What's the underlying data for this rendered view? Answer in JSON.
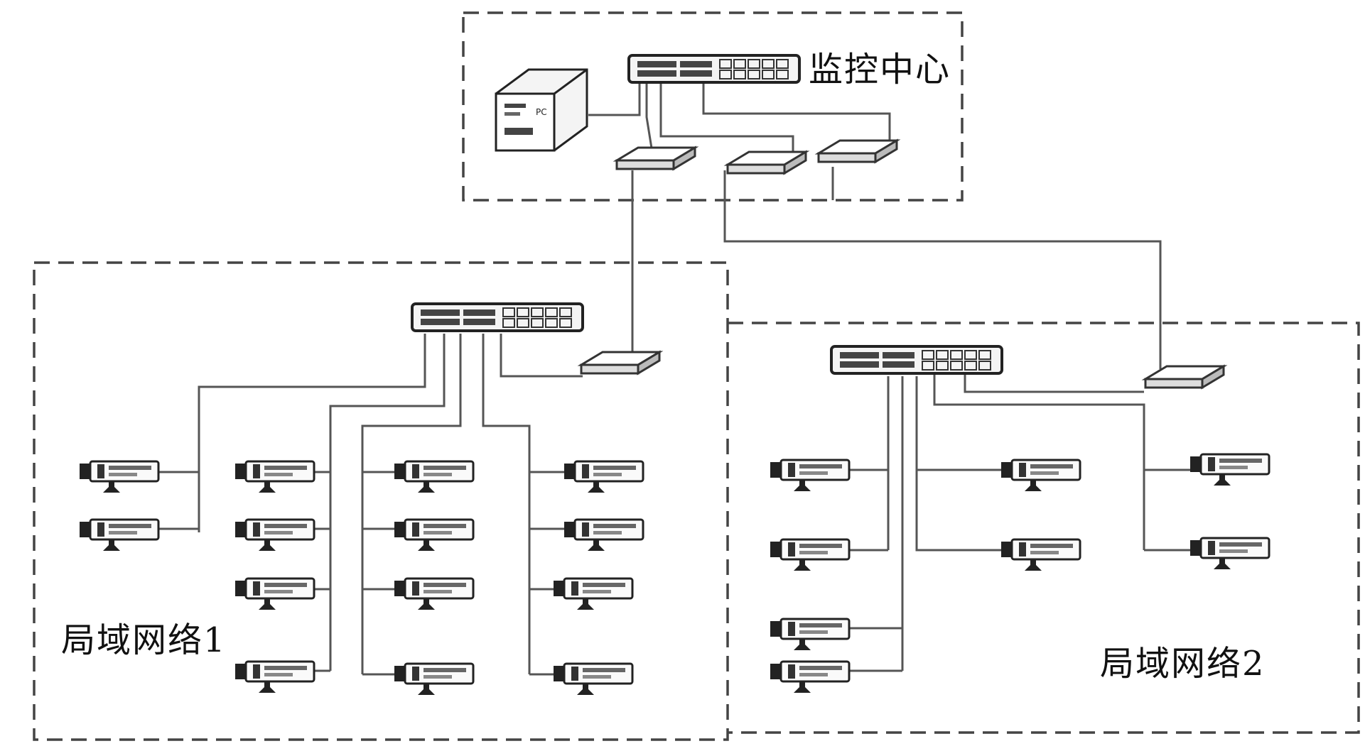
{
  "labels": {
    "monitoring_center": "监控中心",
    "lan1": "局域网络1",
    "lan2": "局域网络2"
  },
  "pc": {
    "icon": "computer-icon",
    "badge": "PC"
  },
  "colors": {
    "line": "#555555",
    "box": "#444444",
    "device": "#3a3a3a"
  }
}
